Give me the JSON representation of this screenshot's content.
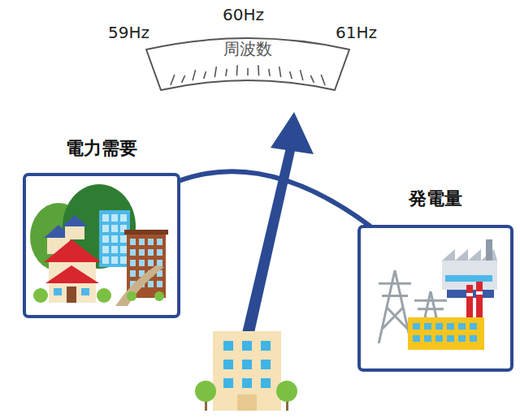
{
  "diagram": {
    "nodes": [
      {
        "text": [
          "周波数"
        ]
      },
      {
        "text": [
          "電力需要"
        ]
      },
      {
        "text": [
          "発電量"
        ]
      }
    ],
    "edges": [
      {
        "from": 1,
        "to": 2,
        "arrow": "none"
      }
    ],
    "labels": [
      "59Hz",
      "60Hz",
      "61Hz"
    ]
  }
}
